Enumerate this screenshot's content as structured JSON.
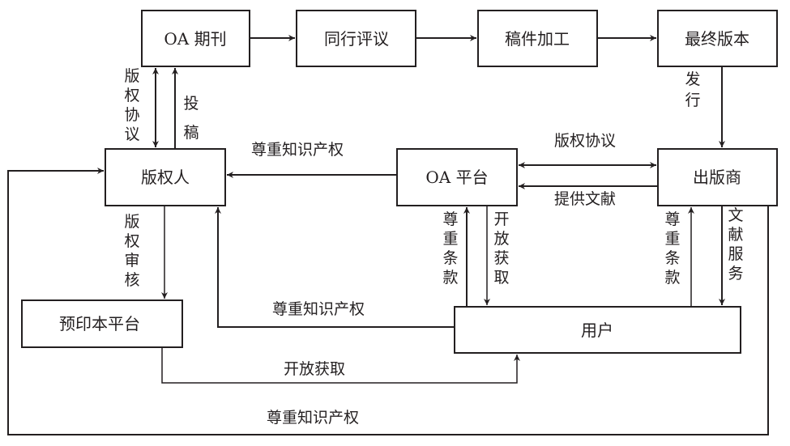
{
  "nodes": {
    "oa_journal": "OA 期刊",
    "peer_review": "同行评议",
    "manuscript_processing": "稿件加工",
    "final_version": "最终版本",
    "copyright_holder": "版权人",
    "oa_platform": "OA 平台",
    "publisher": "出版商",
    "preprint_platform": "预印本平台",
    "user": "用户"
  },
  "edges": {
    "copyright_agreement_vertical": [
      "版",
      "权",
      "协",
      "议"
    ],
    "submission": [
      "投",
      "稿"
    ],
    "release": [
      "发",
      "行"
    ],
    "respect_ip_oa_to_holder": "尊重知识产权",
    "copyright_agreement_horizontal": "版权协议",
    "provide_literature": "提供文献",
    "copyright_review": [
      "版",
      "权",
      "审",
      "核"
    ],
    "respect_terms_user_oa": [
      "尊",
      "重",
      "条",
      "款"
    ],
    "open_access_oa_user": [
      "开",
      "放",
      "获",
      "取"
    ],
    "respect_terms_user_publisher": [
      "尊",
      "重",
      "条",
      "款"
    ],
    "literature_service": [
      "文",
      "献",
      "服",
      "务"
    ],
    "respect_ip_user_to_holder": "尊重知识产权",
    "open_access_preprint_user": "开放获取",
    "respect_ip_publisher_to_holder": "尊重知识产权"
  }
}
